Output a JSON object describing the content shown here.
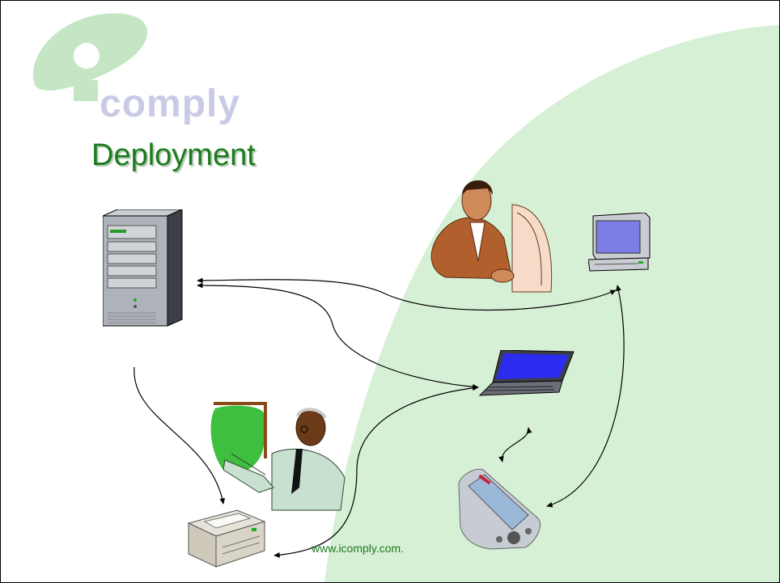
{
  "slide": {
    "logo_text": "comply",
    "title": "Deployment",
    "url": "www.icomply.com."
  },
  "diagram": {
    "nodes": [
      {
        "id": "server",
        "icon": "server-tower-icon"
      },
      {
        "id": "office-worker",
        "icon": "person-at-computer-icon"
      },
      {
        "id": "desktop",
        "icon": "desktop-monitor-icon"
      },
      {
        "id": "laptop",
        "icon": "laptop-icon"
      },
      {
        "id": "presenter",
        "icon": "presenter-with-board-icon"
      },
      {
        "id": "pda",
        "icon": "pda-handheld-icon"
      },
      {
        "id": "printer",
        "icon": "printer-icon"
      }
    ],
    "edges": [
      {
        "from": "desktop",
        "to": "server"
      },
      {
        "from": "laptop",
        "to": "server"
      },
      {
        "from": "server",
        "to": "printer"
      },
      {
        "from": "laptop",
        "to": "printer"
      },
      {
        "from": "laptop",
        "to": "pda"
      },
      {
        "from": "desktop",
        "to": "pda"
      }
    ]
  },
  "colors": {
    "title_green": "#1d7a1d",
    "logo_green": "#c4e6c4",
    "logo_text": "#c9cbe6",
    "background_shape": "#d6f0d6"
  }
}
